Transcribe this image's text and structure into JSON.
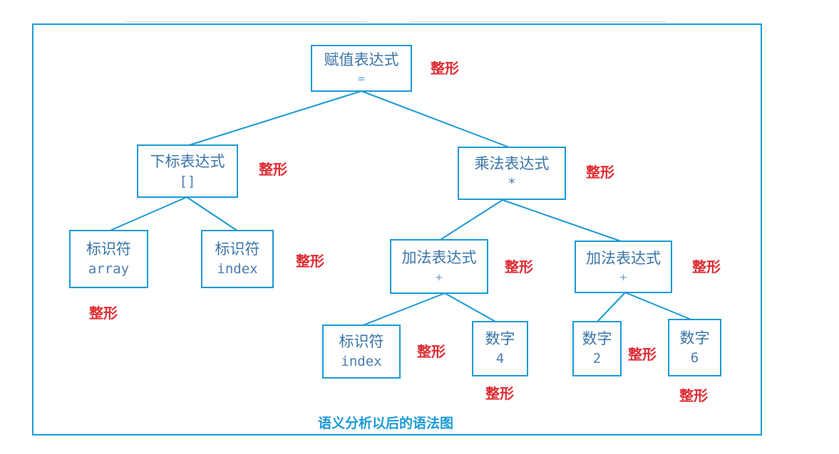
{
  "nodes": {
    "assign": {
      "label": "赋值表达式",
      "symbol": "="
    },
    "subscript": {
      "label": "下标表达式",
      "symbol": "[]"
    },
    "multiply": {
      "label": "乘法表达式",
      "symbol": "*"
    },
    "ident_array": {
      "label": "标识符",
      "symbol": "array"
    },
    "ident_index1": {
      "label": "标识符",
      "symbol": "index"
    },
    "add1": {
      "label": "加法表达式",
      "symbol": "+"
    },
    "add2": {
      "label": "加法表达式",
      "symbol": "+"
    },
    "ident_index2": {
      "label": "标识符",
      "symbol": "index"
    },
    "num4": {
      "label": "数字",
      "symbol": "4"
    },
    "num2": {
      "label": "数字",
      "symbol": "2"
    },
    "num6": {
      "label": "数字",
      "symbol": "6"
    }
  },
  "type_label": "整形",
  "caption": "语义分析以后的语法图",
  "colors": {
    "line": "#1b9ad6",
    "type": "#e02c33",
    "node_text": "#3a74a8"
  }
}
